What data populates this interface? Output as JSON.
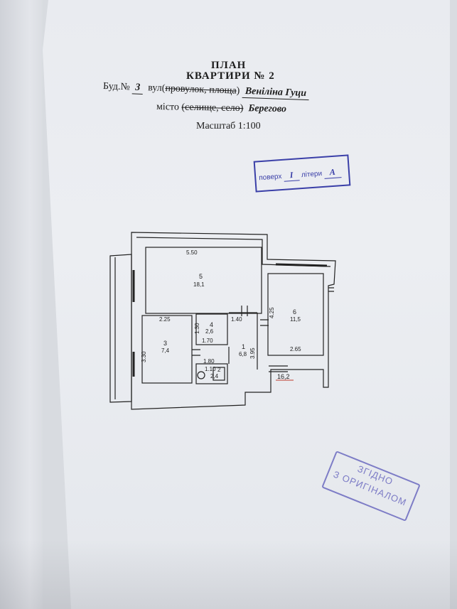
{
  "document": {
    "title_line1": "ПЛАН",
    "title_line2": "КВАРТИРИ № 2",
    "building_label": "Буд.№",
    "building_number": "3",
    "street_label": "вул(",
    "street_struck": "провулок, площа",
    "street_close": ")",
    "street_name": "Веніліна Гуци",
    "city_label": "місто",
    "city_struck": "(селище, село)",
    "city_name": "Берегово",
    "scale": "Масштаб 1:100"
  },
  "floor_stamp": {
    "floor_label": "поверх",
    "floor_value": "I",
    "letter_label": "літери",
    "letter_value": "А"
  },
  "original_stamp": {
    "line1": "ЗГІДНО",
    "line2": "З ОРИГІНАЛОМ"
  },
  "plan": {
    "dimensions": {
      "top_width": "5.50",
      "room3_width": "2.25",
      "room3_height": "3.30",
      "room4_height": "1.30",
      "room4_width": "1.70",
      "corridor_width": "1.40",
      "corridor_height": "3.95",
      "bath_width": "1.80",
      "bath_small": "1.10",
      "room6_height": "4.25",
      "room6_width": "2.65"
    },
    "rooms": [
      {
        "number": "5",
        "area": "18,1"
      },
      {
        "number": "6",
        "area": "11,5"
      },
      {
        "number": "3",
        "area": "7,4"
      },
      {
        "number": "4",
        "area": "2,6"
      },
      {
        "number": "1",
        "area": "6,8"
      },
      {
        "number": "2",
        "area": "2,4"
      }
    ],
    "red_note": "16,2"
  }
}
